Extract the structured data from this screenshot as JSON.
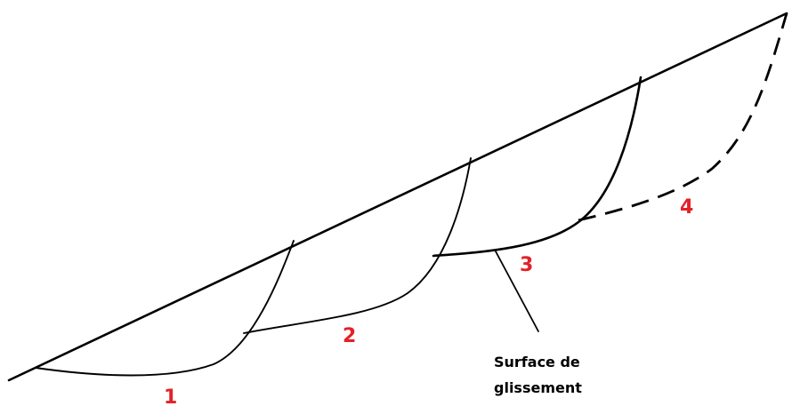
{
  "labels": {
    "block_1": "1",
    "block_2": "2",
    "block_3": "3",
    "block_4": "4",
    "callout_line1": "Surface de",
    "callout_line2": "glissement"
  },
  "colors": {
    "number": "#e32228",
    "line": "#000000",
    "background": "#ffffff"
  }
}
